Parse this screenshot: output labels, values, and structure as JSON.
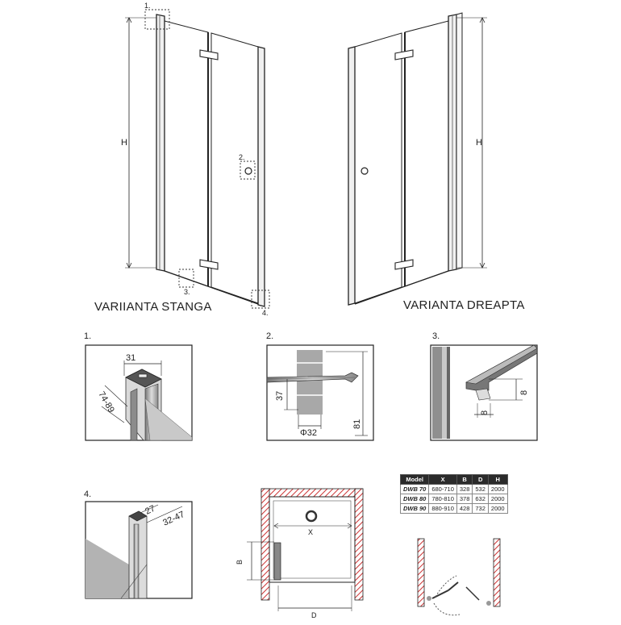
{
  "variants": {
    "left": "VARIIANTA STANGA",
    "right": "VARIANTA DREAPTA"
  },
  "height_label": "H",
  "callouts": [
    "1.",
    "2.",
    "3.",
    "4."
  ],
  "detail_titles": [
    "1.",
    "2.",
    "3.",
    "4."
  ],
  "detail1": {
    "width": "31",
    "range": "74-89"
  },
  "detail2": {
    "offset": "37",
    "diameter": "Φ32",
    "height": "81"
  },
  "detail3": {
    "dim_a": "8",
    "dim_b": "8"
  },
  "detail4": {
    "dim_a": "27",
    "dim_b": "32-47"
  },
  "plan": {
    "x_label": "X",
    "b_label": "B",
    "d_label": "D"
  },
  "table": {
    "headers": [
      "Model",
      "X",
      "B",
      "D",
      "H"
    ],
    "rows": [
      [
        "DWB 70",
        "680-710",
        "328",
        "532",
        "2000"
      ],
      [
        "DWB 80",
        "780-810",
        "378",
        "632",
        "2000"
      ],
      [
        "DWB 90",
        "880-910",
        "428",
        "732",
        "2000"
      ]
    ]
  },
  "colors": {
    "line": "#222222",
    "frame_fill": "#e8e8e8",
    "shade": "#b5b5b5",
    "wall": "#cc3333"
  }
}
